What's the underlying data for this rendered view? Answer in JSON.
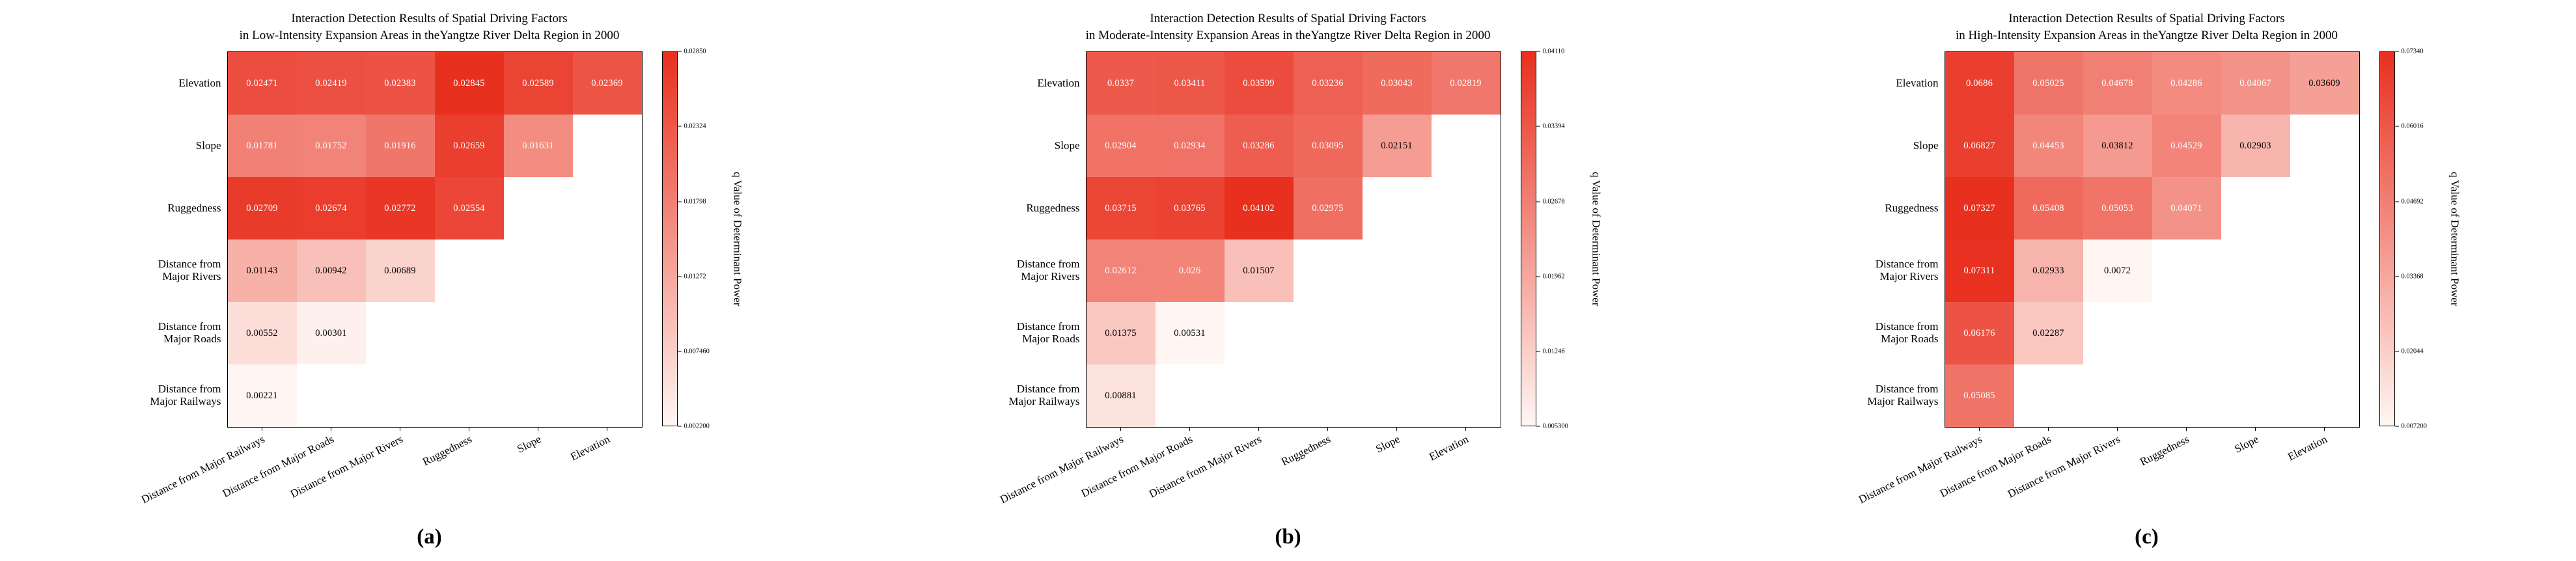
{
  "figure": {
    "colors": {
      "cmap_low": "#fff6f3",
      "cmap_high": "#e8301f",
      "cell_text_dark": "#000000",
      "cell_text_light": "#ffffff"
    }
  },
  "chart_data": [
    {
      "type": "heatmap",
      "panel_label": "(a)",
      "title": [
        "Interaction Detection Results of Spatial Driving Factors",
        "in Low-Intensity Expansion Areas in theYangtze River Delta Region in 2000"
      ],
      "rows": [
        "Elevation",
        "Slope",
        "Ruggedness",
        "Distance from\nMajor Rivers",
        "Distance from\nMajor Roads",
        "Distance from\nMajor Railways"
      ],
      "cols": [
        "Distance from Major Railways",
        "Distance from Major Roads",
        "Distance from Major Rivers",
        "Ruggedness",
        "Slope",
        "Elevation"
      ],
      "values": [
        [
          "0.02471",
          "0.02419",
          "0.02383",
          "0.02845",
          "0.02589",
          "0.02369"
        ],
        [
          "0.01781",
          "0.01752",
          "0.01916",
          "0.02659",
          "0.01631"
        ],
        [
          "0.02709",
          "0.02674",
          "0.02772",
          "0.02554"
        ],
        [
          "0.01143",
          "0.00942",
          "0.00689"
        ],
        [
          "0.00552",
          "0.00301"
        ],
        [
          "0.00221"
        ]
      ],
      "colorbar": {
        "label": "q Value of Determinant Power",
        "ticks": [
          "0.02850",
          "0.02324",
          "0.01798",
          "0.01272",
          "0.007460",
          "0.002200"
        ],
        "vmin": 0.0022,
        "vmax": 0.0285
      }
    },
    {
      "type": "heatmap",
      "panel_label": "(b)",
      "title": [
        "Interaction Detection Results of Spatial Driving Factors",
        "in Moderate-Intensity Expansion Areas in theYangtze River Delta Region in 2000"
      ],
      "rows": [
        "Elevation",
        "Slope",
        "Ruggedness",
        "Distance from\nMajor Rivers",
        "Distance from\nMajor Roads",
        "Distance from\nMajor Railways"
      ],
      "cols": [
        "Distance from Major Railways",
        "Distance from Major Roads",
        "Distance from Major Rivers",
        "Ruggedness",
        "Slope",
        "Elevation"
      ],
      "values": [
        [
          "0.0337",
          "0.03411",
          "0.03599",
          "0.03236",
          "0.03043",
          "0.02819"
        ],
        [
          "0.02904",
          "0.02934",
          "0.03286",
          "0.03095",
          "0.02151"
        ],
        [
          "0.03715",
          "0.03765",
          "0.04102",
          "0.02975"
        ],
        [
          "0.02612",
          "0.026",
          "0.01507"
        ],
        [
          "0.01375",
          "0.00531"
        ],
        [
          "0.00881"
        ]
      ],
      "colorbar": {
        "label": "q Value of Determinant Power",
        "ticks": [
          "0.04110",
          "0.03394",
          "0.02678",
          "0.01962",
          "0.01246",
          "0.005300"
        ],
        "vmin": 0.0053,
        "vmax": 0.0411
      }
    },
    {
      "type": "heatmap",
      "panel_label": "(c)",
      "title": [
        "Interaction Detection Results of Spatial Driving Factors",
        "in High-Intensity Expansion Areas in theYangtze River Delta Region in 2000"
      ],
      "rows": [
        "Elevation",
        "Slope",
        "Ruggedness",
        "Distance from\nMajor Rivers",
        "Distance from\nMajor Roads",
        "Distance from\nMajor Railways"
      ],
      "cols": [
        "Distance from Major Railways",
        "Distance from Major Roads",
        "Distance from Major Rivers",
        "Ruggedness",
        "Slope",
        "Elevation"
      ],
      "values": [
        [
          "0.0686",
          "0.05025",
          "0.04678",
          "0.04286",
          "0.04067",
          "0.03609"
        ],
        [
          "0.06827",
          "0.04453",
          "0.03812",
          "0.04529",
          "0.02903"
        ],
        [
          "0.07327",
          "0.05408",
          "0.05053",
          "0.04071"
        ],
        [
          "0.07311",
          "0.02933",
          "0.0072"
        ],
        [
          "0.06176",
          "0.02287"
        ],
        [
          "0.05085"
        ]
      ],
      "colorbar": {
        "label": "q Value of Determinant Power",
        "ticks": [
          "0.07340",
          "0.06016",
          "0.04692",
          "0.03368",
          "0.02044",
          "0.007200"
        ],
        "vmin": 0.0072,
        "vmax": 0.0734
      }
    }
  ]
}
